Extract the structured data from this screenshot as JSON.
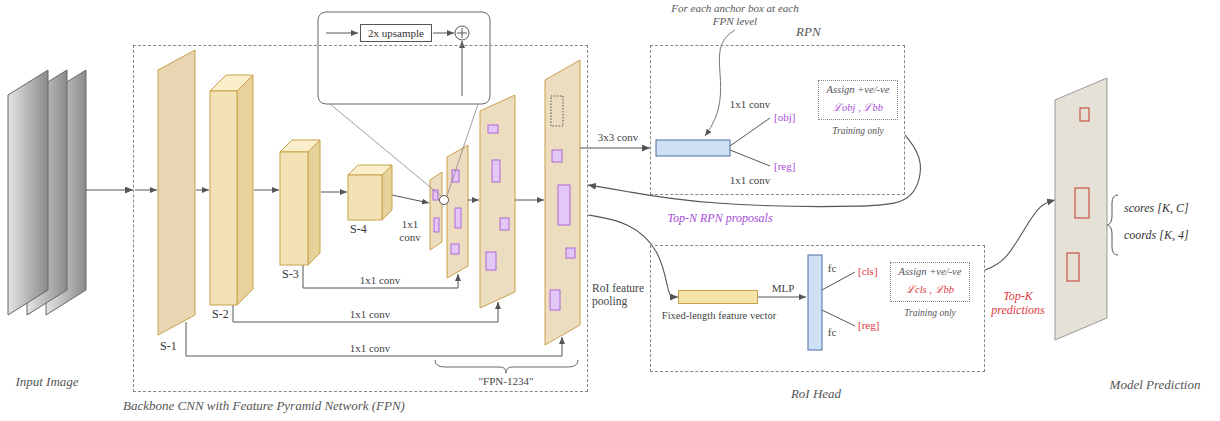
{
  "diagram": {
    "nodes": [
      {
        "text": [
          "Input Image"
        ]
      },
      {
        "text": [
          "Backbone CNN with Feature Pyramid Network (FPN)"
        ]
      },
      {
        "text": [
          "S-1"
        ],
        "in": 1
      },
      {
        "text": [
          "S-2"
        ],
        "in": 1
      },
      {
        "text": [
          "S-3"
        ],
        "in": 1
      },
      {
        "text": [
          "S-4"
        ],
        "in": 1
      },
      {
        "text": [
          "2x upsample"
        ],
        "in": 1
      },
      {
        "text": [
          "RPN"
        ]
      },
      {
        "text": [
          "Assign +ve/-ve",
          "ℒobj , ℒbb",
          "Training only"
        ],
        "in": 7
      },
      {
        "text": [
          "RoI Head"
        ]
      },
      {
        "text": [
          "Fixed-length feature vector"
        ],
        "in": 9
      },
      {
        "text": [
          "Assign +ve/-ve",
          "ℒcls , ℒbb",
          "Training only"
        ],
        "in": 9
      },
      {
        "text": [
          "Model Prediction"
        ]
      }
    ],
    "edges": [
      {
        "from": 0,
        "to": 1,
        "arrow": "to"
      },
      {
        "from": 1,
        "to": 7,
        "label": "3x3 conv",
        "arrow": "to"
      },
      {
        "from": 7,
        "to": 1,
        "label": "Top-N RPN proposals",
        "arrow": "to"
      },
      {
        "from": 1,
        "to": 10,
        "label": "RoI feature pooling",
        "arrow": "to"
      },
      {
        "from": 9,
        "to": 12,
        "label": "Top-K predictions",
        "arrow": "to"
      }
    ],
    "labels": [
      "1x1 conv",
      "1x1 conv",
      "1x1 conv",
      "1x1 conv",
      "\"FPN-1234\"",
      "For each anchor box at each FPN level",
      "1x1 conv",
      "1x1 conv",
      "[obj]",
      "[reg]",
      "MLP",
      "fc",
      "fc",
      "[cls]",
      "[reg]",
      "scores [K, C]",
      "coords [K, 4]"
    ]
  }
}
